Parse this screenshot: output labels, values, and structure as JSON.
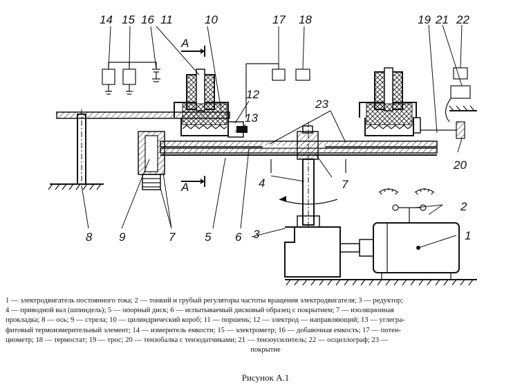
{
  "figure": {
    "labels": {
      "n1": "1",
      "n2": "2",
      "n3": "3",
      "n4": "4",
      "n5": "5",
      "n6": "6",
      "n7a": "7",
      "n7b": "7",
      "n8": "8",
      "n9": "9",
      "n10": "10",
      "n11": "11",
      "n12": "12",
      "n13": "13",
      "n14": "14",
      "n15": "15",
      "n16": "16",
      "n17": "17",
      "n18": "18",
      "n19": "19",
      "n20": "20",
      "n21": "21",
      "n22": "22",
      "n23": "23",
      "secA1": "A",
      "secA2": "A"
    }
  },
  "caption": {
    "lines": [
      "1 — электродвигатель постоянного тока; 2 — тонкий и грубый регуляторы частоты вращения электродвигателя; 3 — редуктор;",
      "4 — приводной вал (шпиндель); 5 — опорный диск; 6 — испытываемый дисковый образец с покрытием; 7 — изоляционная",
      "прокладка; 8 — ось; 9 — стрела; 10 — цилиндрический короб; 11 — поршень; 12 — электрод — направляющий; 13 — углегра-",
      "фитовый термоизмерительный элемент; 14 — измеритель емкости; 15 — электрометр; 16 — добавочная емкость; 17 — потен-",
      "циометр; 18 — термостат; 19 — трос; 20 — тензобалка с тензодатчиками; 21 — тензоусилитель; 22 — осциллограф; 23 —"
    ],
    "last_line": "покрытие"
  },
  "figure_title": "Рисунок А.1"
}
